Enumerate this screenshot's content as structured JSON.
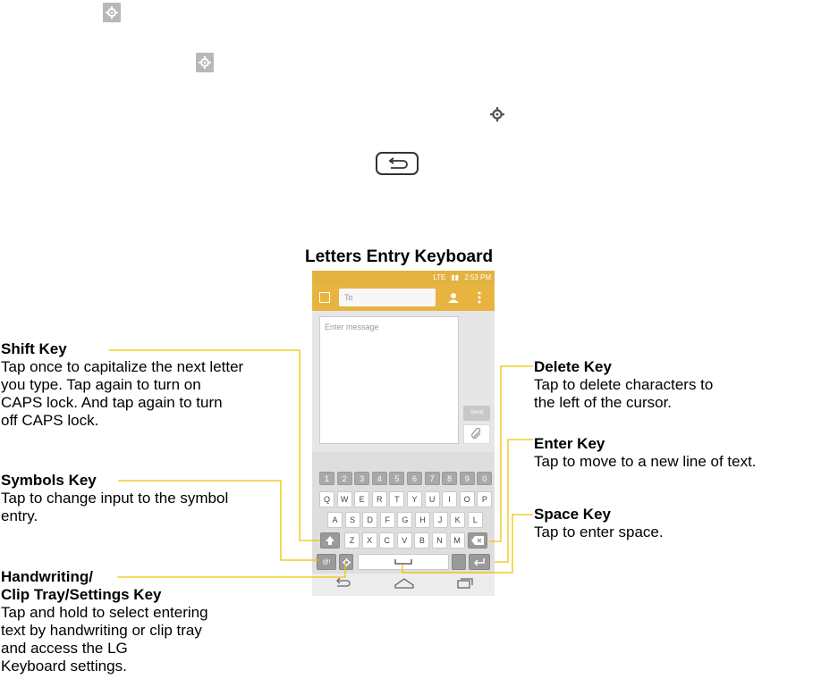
{
  "figure": {
    "title": "Letters Entry Keyboard"
  },
  "phone": {
    "status_text": "LTE",
    "status_time": "2:53 PM",
    "to_placeholder": "To",
    "message_placeholder": "Enter message",
    "send_label": "Send",
    "number_row": [
      "1",
      "2",
      "3",
      "4",
      "5",
      "6",
      "7",
      "8",
      "9",
      "0"
    ],
    "row1": [
      "Q",
      "W",
      "E",
      "R",
      "T",
      "Y",
      "U",
      "I",
      "O",
      "P"
    ],
    "row2": [
      "A",
      "S",
      "D",
      "F",
      "G",
      "H",
      "J",
      "K",
      "L"
    ],
    "row3": [
      "Z",
      "X",
      "C",
      "V",
      "B",
      "N",
      "M"
    ]
  },
  "callouts": {
    "shift": {
      "title": "Shift Key",
      "desc": [
        "Tap once to capitalize the next letter",
        "you type. Tap again to turn on",
        "CAPS lock. And tap again to turn",
        "off CAPS lock."
      ]
    },
    "symbols": {
      "title": "Symbols Key",
      "desc": [
        "Tap to change input to the symbol",
        "entry."
      ]
    },
    "handwriting": {
      "title": [
        "Handwriting/",
        "Clip Tray/Settings Key"
      ],
      "desc": [
        "Tap and hold to select entering",
        "text by handwriting or clip tray",
        "and access the LG",
        "Keyboard settings."
      ]
    },
    "delete": {
      "title": "Delete Key",
      "desc": [
        "Tap to delete characters to",
        "the left of the cursor."
      ]
    },
    "enter": {
      "title": "Enter Key",
      "desc": [
        "Tap to move to a new line of text."
      ]
    },
    "space": {
      "title": "Space Key",
      "desc": [
        "Tap to enter space."
      ]
    }
  },
  "colors": {
    "accent": "#e8b440",
    "leader": "#f2c200"
  }
}
